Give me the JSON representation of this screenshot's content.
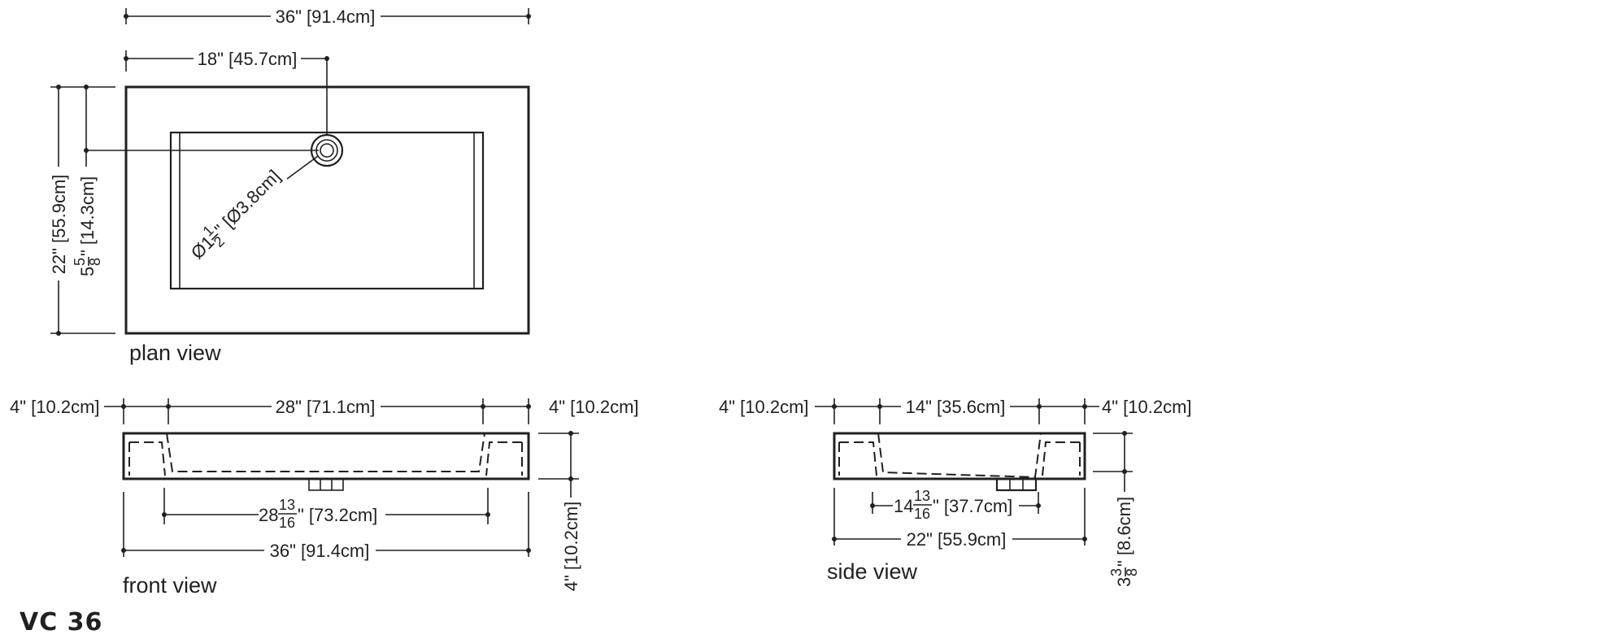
{
  "plan_view": {
    "label": "plan view",
    "overall_width": "36\" [91.4cm]",
    "drain_offset": "18\" [45.7cm]",
    "depth": "22\" [55.9cm]",
    "drain_depth_whole": "5",
    "drain_depth_num": "5",
    "drain_depth_den": "8",
    "drain_depth_rest": "\" [14.3cm]",
    "drain_diameter_prefix": "Ø1",
    "drain_diameter_num": "1",
    "drain_diameter_den": "2",
    "drain_diameter_rest": "\" [Ø3.8cm]"
  },
  "front_view": {
    "label": "front view",
    "left_wall": "4\" [10.2cm]",
    "basin_top": "28\" [71.1cm]",
    "right_wall": "4\" [10.2cm]",
    "inner_whole": "28",
    "inner_num": "13",
    "inner_den": "16",
    "inner_rest": "\" [73.2cm]",
    "overall": "36\" [91.4cm]",
    "height": "4\" [10.2cm]"
  },
  "side_view": {
    "label": "side view",
    "left_wall": "4\" [10.2cm]",
    "basin_top": "14\" [35.6cm]",
    "right_wall": "4\" [10.2cm]",
    "inner_whole": "14",
    "inner_num": "13",
    "inner_den": "16",
    "inner_rest": "\" [37.7cm]",
    "overall": "22\" [55.9cm]",
    "height_whole": "3",
    "height_num": "3",
    "height_den": "8",
    "height_rest": "\" [8.6cm]"
  },
  "model": "VC 36"
}
